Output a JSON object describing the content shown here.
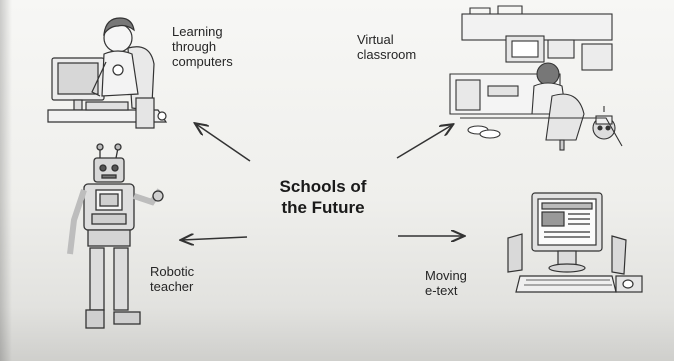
{
  "center": {
    "title": "Schools of\nthe Future"
  },
  "nodes": [
    {
      "id": "learning",
      "label": "Learning\nthrough\ncomputers"
    },
    {
      "id": "virtual",
      "label": "Virtual\nclassroom"
    },
    {
      "id": "robotic",
      "label": "Robotic\nteacher"
    },
    {
      "id": "moving",
      "label": "Moving\ne-text"
    }
  ]
}
